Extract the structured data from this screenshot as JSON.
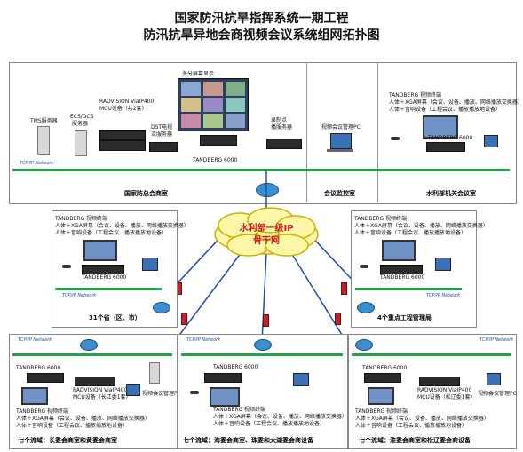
{
  "title": {
    "line1": "国家防汛抗旱指挥系统一期工程",
    "line2": "防汛抗旱异地会商视频会议系统组网拓扑图"
  },
  "top": {
    "labels": {
      "tms": "TMS服务器",
      "ecs_dcs": "ECS/DCS",
      "ecs_dcs_sub": "服务器",
      "radvision": "RADVISION ViaIP400",
      "mcu": "MCU设备（共2套）",
      "dst": "DST电视",
      "dst_sub": "流服务器",
      "tandberg": "TANDBERG 6000",
      "display": "多分屏幕显示",
      "recorder": "录制点",
      "recorder_sub": "播服务器",
      "pc": "视频会议管理PC",
      "tcpip": "TCP/IP Network"
    },
    "sections": {
      "hall": "国家防总会商室",
      "control": "会议监控室",
      "ministry": "水利部机关会议室"
    },
    "ministry_box": {
      "tandberg": "TANDBERG 视频终端",
      "line1": "人体＋XGA屏幕（会议、设备、播放、网络播放交换器）",
      "line2": "人体＋音响设备（工程会议、播放播放地设备）",
      "endpoint": "TANDBERG 6000"
    }
  },
  "backbone": {
    "line1": "水利部一级IP",
    "line2": "骨干网"
  },
  "middle": {
    "left": {
      "tandberg": "TANDBERG 视频终端",
      "line1": "人体＋XGA屏幕（会议、设备、播放、网络播放交换器）",
      "line2": "人体＋音响设备（工程会议、播放播放地设备）",
      "endpoint": "TANDBERG 6000",
      "tcpip": "TCP/IP Network",
      "caption": "31个省（区、市）"
    },
    "right": {
      "tandberg": "TANDBERG 视频终端",
      "line1": "人体＋XGA屏幕（会议、设备、播放、网络播放交换器）",
      "line2": "人体＋音响设备（工程会议、播放播放地设备）",
      "endpoint": "TANDBERG 6000",
      "tcpip": "TCP/IP Network",
      "caption": "4个重点工程管理局"
    }
  },
  "bottom": [
    {
      "endpoint": "TANDBERG 6000",
      "radvision": "RADVISION ViaIP400",
      "mcu": "MCU设备（长江委1套）",
      "pc": "视频会议管理PC",
      "tandberg": "TANDBERG 视频终端",
      "line1": "人体＋XGA屏幕（会议、设备、播放、网络播放交换器）",
      "line2": "人体＋音响设备（工程会议、播放播放地设备）",
      "tcpip": "TCP/IP Network",
      "caption": "七个流域：长委会商室和黄委会商室"
    },
    {
      "endpoint": "TANDBERG 6000",
      "tandberg": "TANDBERG 视频终端",
      "line1": "人体＋XGA屏幕（会议、设备、播放、网络播放交换器）",
      "line2": "人体＋音响设备（工程会议、播放播放地设备）",
      "tcpip": "TCP/IP Network",
      "caption": "七个流域：海委会商室、珠委和太湖委会商设备"
    },
    {
      "endpoint": "TANDBERG 6000",
      "radvision": "RADVISION ViaIP400",
      "mcu": "MCU设备（松辽委1套）",
      "pc": "视频会议管理PC",
      "tandberg": "TANDBERG 视频终端",
      "line1": "人体＋XGA屏幕（会议、设备、播放、网络播放交换器）",
      "line2": "人体＋音响设备（工程会议、播放播放地设备）",
      "tcpip": "TCP/IP Network",
      "caption": "七个流域：淮委会商室和松辽委会商设备"
    }
  ],
  "colors": {
    "bus": "#1fa64a",
    "cloud_text": "#d01a1a",
    "firewall": "#c0232b",
    "router": "#3a8fd0"
  }
}
